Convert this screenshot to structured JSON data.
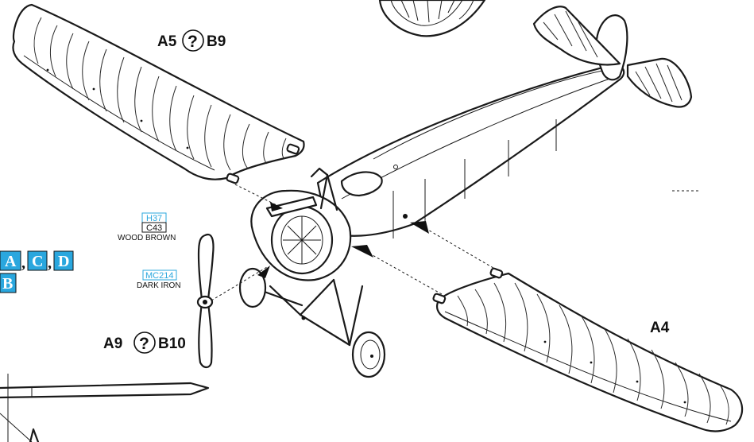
{
  "labels": {
    "left_wing": {
      "a": "A5",
      "sym": "?",
      "b": "B9"
    },
    "right_wing": {
      "a": "A4"
    },
    "propeller": {
      "a": "A9",
      "sym": "?",
      "b": "B10"
    }
  },
  "paints": {
    "propeller_wood": {
      "code1": "H37",
      "code2": "C43",
      "name": "WOOD BROWN"
    },
    "propeller_hub": {
      "code1": "MC214",
      "name": "DARK IRON"
    }
  },
  "versions": {
    "row1": [
      "A",
      "C",
      "D"
    ],
    "row2": [
      "B"
    ],
    "separator": ","
  },
  "colors": {
    "paint_code": "#2aa7de",
    "version_box": "#2aa7de",
    "line": "#1a1a1a"
  }
}
